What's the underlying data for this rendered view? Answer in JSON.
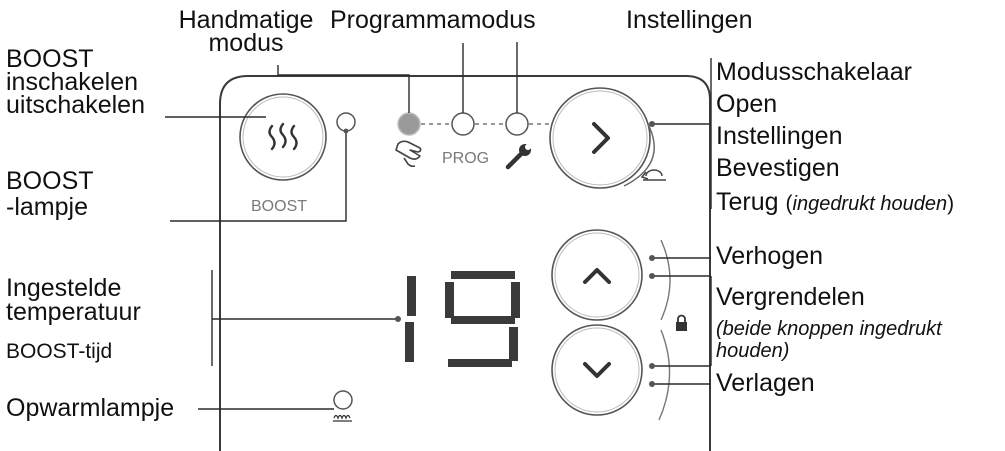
{
  "labels": {
    "handmatige_modus": [
      "Handmatige",
      "modus"
    ],
    "programmamodus": "Programmamodus",
    "instellingen_top": "Instellingen",
    "boost_schakelen": [
      "BOOST",
      "inschakelen",
      "uitschakelen"
    ],
    "boost_lampje": [
      "BOOST",
      "-lampje"
    ],
    "ingestelde": [
      "Ingestelde",
      "temperatuur"
    ],
    "boost_tijd": "BOOST-tijd",
    "opwarmlampje": "Opwarmlampje",
    "modusschakelaar": "Modusschakelaar",
    "open": "Open",
    "instellingen_right": "Instellingen",
    "bevestigen": "Bevestigen",
    "terug": "Terug",
    "ingedrukt_houden": "ingedrukt houden",
    "verhogen": "Verhogen",
    "vergrendelen": "Vergrendelen",
    "beide_knoppen": [
      "(beide knoppen ingedrukt",
      "houden)"
    ],
    "verlagen": "Verlagen"
  },
  "device": {
    "boost_label": "BOOST",
    "prog_label": "PROG",
    "display_value": "19"
  },
  "colors": {
    "line": "#2b2b2b",
    "device_outline": "#3a3a3a",
    "button_outline": "#555555",
    "led_on": "#9a9a9a",
    "segment": "#3a3a3a"
  }
}
